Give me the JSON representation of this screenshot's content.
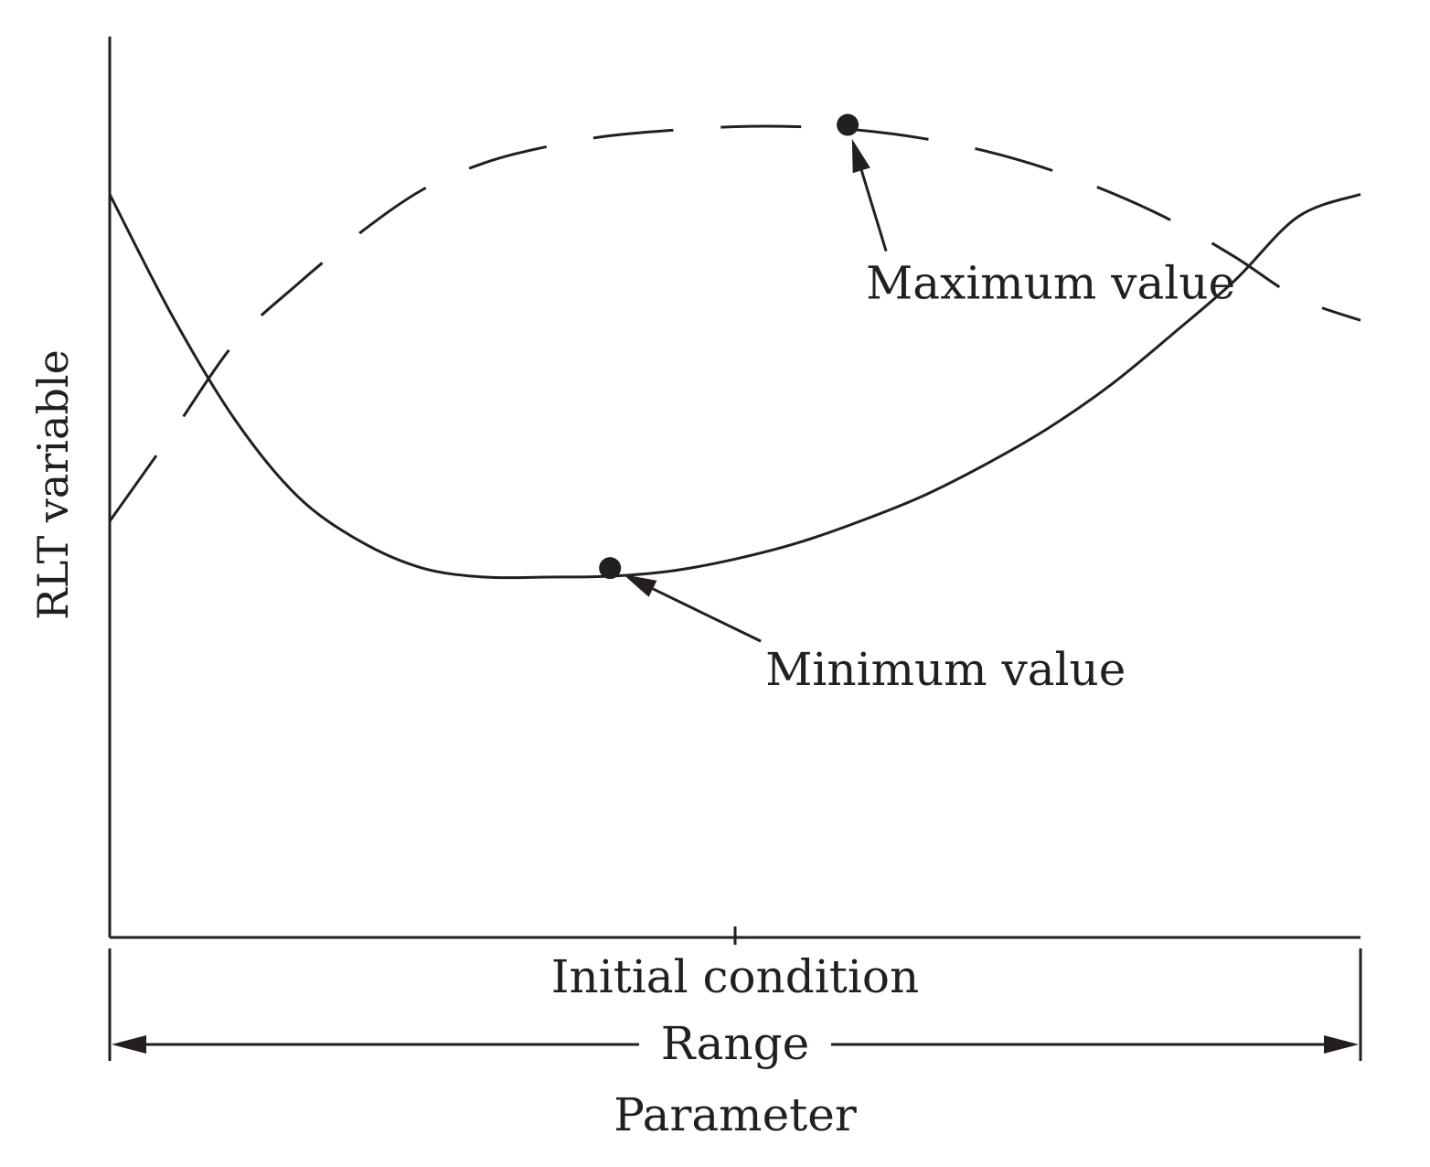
{
  "chart_data": {
    "type": "line",
    "ylabel": "RLT variable",
    "xlabel": "Parameter",
    "x_reference_label": "Initial condition",
    "range_label": "Range",
    "xlim": [
      0,
      1
    ],
    "ylim": [
      0,
      1
    ],
    "grid": false,
    "series": [
      {
        "key": "solid",
        "style": "solid",
        "x": [
          0.0,
          0.05,
          0.1,
          0.15,
          0.2,
          0.25,
          0.3,
          0.35,
          0.4,
          0.45,
          0.5,
          0.55,
          0.6,
          0.65,
          0.7,
          0.75,
          0.8,
          0.85,
          0.9,
          0.95,
          1.0
        ],
        "y": [
          0.825,
          0.69,
          0.575,
          0.49,
          0.44,
          0.41,
          0.4,
          0.4,
          0.401,
          0.407,
          0.42,
          0.438,
          0.462,
          0.49,
          0.525,
          0.565,
          0.613,
          0.67,
          0.73,
          0.8,
          0.825
        ]
      },
      {
        "key": "dashed",
        "style": "dashed",
        "x": [
          0.0,
          0.05,
          0.1,
          0.15,
          0.2,
          0.25,
          0.3,
          0.35,
          0.4,
          0.45,
          0.5,
          0.55,
          0.6,
          0.65,
          0.7,
          0.75,
          0.8,
          0.85,
          0.9,
          0.95,
          1.0
        ],
        "y": [
          0.462,
          0.56,
          0.66,
          0.725,
          0.782,
          0.83,
          0.86,
          0.878,
          0.89,
          0.896,
          0.9,
          0.9,
          0.896,
          0.887,
          0.873,
          0.853,
          0.827,
          0.795,
          0.755,
          0.71,
          0.685
        ]
      }
    ],
    "annotations": [
      {
        "key": "max",
        "text": "Maximum value",
        "series": "dashed",
        "x": 0.59,
        "y": 0.902
      },
      {
        "key": "min",
        "text": "Minimum value",
        "series": "solid",
        "x": 0.4,
        "y": 0.41
      }
    ],
    "x_reference_tick": 0.5,
    "colors": {
      "ink": "#231f20",
      "background": "#ffffff"
    }
  }
}
